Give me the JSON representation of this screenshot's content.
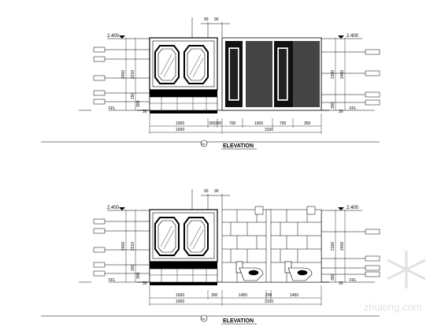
{
  "drawings": [
    {
      "title": "ELEVATION",
      "circle_label": "D4",
      "level_left": "2.400",
      "level_right": "2.400",
      "ffl_left": "FFL",
      "ffl_right": "FFL",
      "top_dims": [
        "90",
        "90"
      ],
      "left_height_dims": [
        "2400",
        "2210"
      ],
      "right_height_dims": [
        "2100",
        "2400"
      ],
      "small_dims_left": [
        "150",
        "300",
        "30"
      ],
      "small_dims_right": [
        "300",
        "30"
      ],
      "bottom_dims_row1": [
        "1000",
        "300",
        "300",
        "700",
        "1000",
        "700",
        "350"
      ],
      "bottom_dims_row2": [
        "1000",
        "3100"
      ]
    },
    {
      "title": "ELEVATION",
      "circle_label": "D4",
      "level_left": "2.400",
      "level_right": "2.400",
      "ffl_left": "FFL",
      "ffl_right": "FFL",
      "top_dims": [
        "90",
        "90"
      ],
      "left_height_dims": [
        "2400",
        "2210"
      ],
      "right_height_dims": [
        "2100",
        "2400"
      ],
      "small_dims_left": [
        "150",
        "300",
        "30"
      ],
      "small_dims_right": [
        "300",
        "30"
      ],
      "bottom_dims_row1": [
        "1000",
        "300",
        "1450",
        "200",
        "1450"
      ],
      "bottom_dims_row2": [
        "1000",
        "3100"
      ]
    }
  ],
  "watermark": "zhulong.com"
}
